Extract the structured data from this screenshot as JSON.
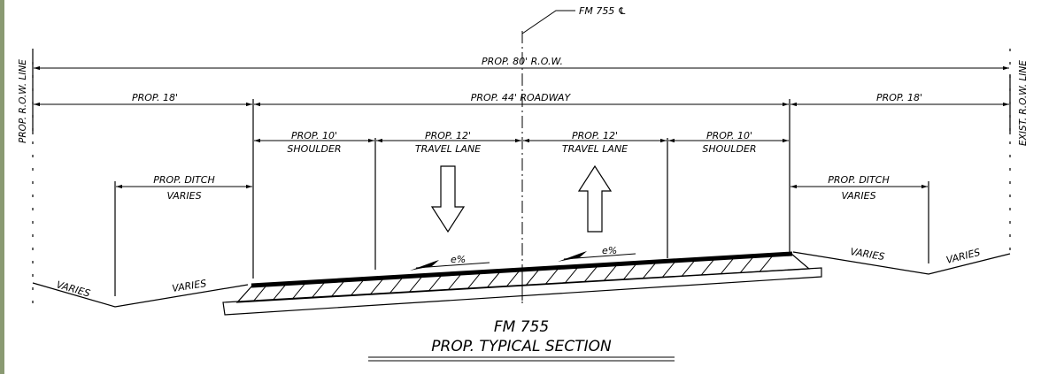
{
  "centerline_label": "FM 755 ℄",
  "row_left_label": "PROP. R.O.W. LINE",
  "row_right_label": "EXIST. R.O.W. LINE",
  "dim_row": "PROP. 80' R.O.W.",
  "dim_left_18": "PROP. 18'",
  "dim_roadway": "PROP. 44' ROADWAY",
  "dim_right_18": "PROP. 18'",
  "left_shoulder": {
    "line1": "PROP. 10'",
    "line2": "SHOULDER"
  },
  "left_lane": {
    "line1": "PROP. 12'",
    "line2": "TRAVEL LANE"
  },
  "right_lane": {
    "line1": "PROP. 12'",
    "line2": "TRAVEL LANE"
  },
  "right_shoulder": {
    "line1": "PROP. 10'",
    "line2": "SHOULDER"
  },
  "left_ditch": {
    "line1": "PROP. DITCH",
    "line2": "VARIES"
  },
  "right_ditch": {
    "line1": "PROP. DITCH",
    "line2": "VARIES"
  },
  "slopes": [
    "VARIES",
    "VARIES",
    "VARIES",
    "VARIES"
  ],
  "cross_slope_left": "e%",
  "cross_slope_right": "e%",
  "title_line1": "FM 755",
  "title_line2": "PROP. TYPICAL SECTION"
}
